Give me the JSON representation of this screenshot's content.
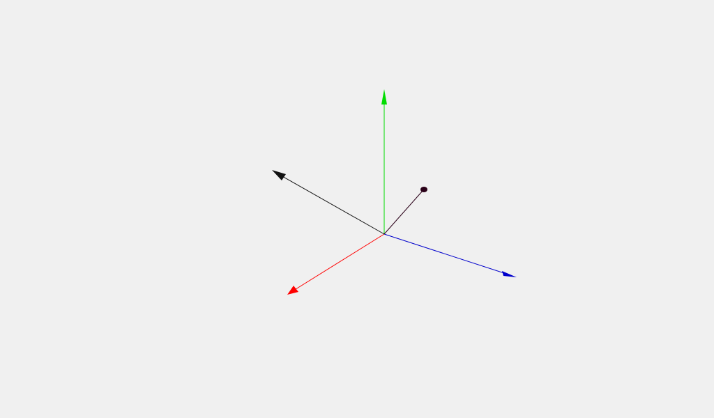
{
  "scene": {
    "background": "#f0f0f0",
    "axes": [
      {
        "id": "x-axis",
        "color": "#ff0000"
      },
      {
        "id": "y-axis",
        "color": "#00cc00"
      },
      {
        "id": "z-axis",
        "color": "#0000cc"
      },
      {
        "id": "dark-axis-a",
        "color": "#111111"
      },
      {
        "id": "dark-axis-b",
        "color": "#2a0018"
      }
    ]
  }
}
